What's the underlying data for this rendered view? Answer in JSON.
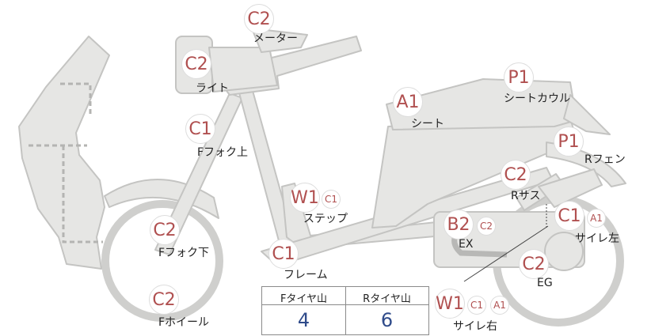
{
  "parts": [
    {
      "id": "meter",
      "label": "メーター",
      "codes": [
        "C2"
      ]
    },
    {
      "id": "light",
      "label": "ライト",
      "codes": [
        "C2"
      ]
    },
    {
      "id": "f-fork-upper",
      "label": "Fフォク上",
      "codes": [
        "C1"
      ]
    },
    {
      "id": "f-fork-lower",
      "label": "Fフォク下",
      "codes": [
        "C2"
      ]
    },
    {
      "id": "f-wheel",
      "label": "Fホイール",
      "codes": [
        "C2"
      ]
    },
    {
      "id": "step",
      "label": "ステップ",
      "codes": [
        "W1",
        "C1"
      ]
    },
    {
      "id": "frame",
      "label": "フレーム",
      "codes": [
        "C1"
      ]
    },
    {
      "id": "seat",
      "label": "シート",
      "codes": [
        "A1"
      ]
    },
    {
      "id": "seat-cowl",
      "label": "シートカウル",
      "codes": [
        "P1"
      ]
    },
    {
      "id": "r-fender",
      "label": "Rフェン",
      "codes": [
        "P1"
      ]
    },
    {
      "id": "r-sus",
      "label": "Rサス",
      "codes": [
        "C2"
      ]
    },
    {
      "id": "ex",
      "label": "EX",
      "codes": [
        "B2",
        "C2"
      ]
    },
    {
      "id": "muffler-left",
      "label": "サイレ左",
      "codes": [
        "C1",
        "A1"
      ]
    },
    {
      "id": "eg",
      "label": "EG",
      "codes": [
        "C2"
      ]
    },
    {
      "id": "muffler-right",
      "label": "サイレ右",
      "codes": [
        "W1",
        "C1",
        "A1"
      ]
    }
  ],
  "tire_table": {
    "front_label": "Fタイヤ山",
    "rear_label": "Rタイヤ山",
    "front_value": "4",
    "rear_value": "6"
  },
  "colors": {
    "badge_text": "#b05050",
    "number": "#2f4b8a",
    "body_fill": "#e6e6e4",
    "body_stroke": "#c4c4c2"
  }
}
